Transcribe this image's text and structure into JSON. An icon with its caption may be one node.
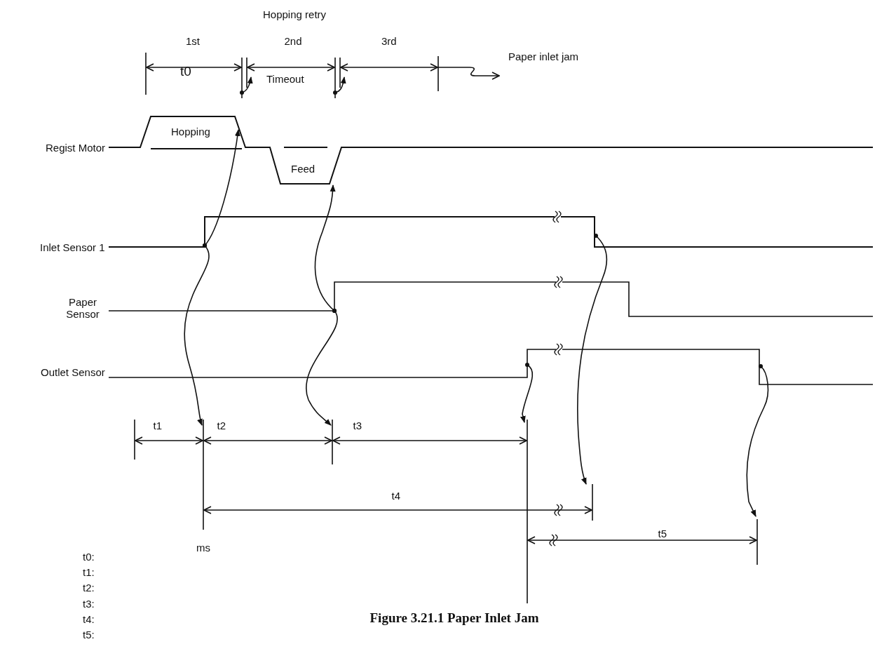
{
  "diagram": {
    "caption": "Figure 3.21.1 Paper Inlet Jam",
    "labels": [
      "Hopping retry",
      "1st",
      "2nd",
      "3rd",
      "t0",
      "Timeout",
      "Paper inlet jam",
      "Hopping",
      "Regist Motor",
      "Feed",
      "Inlet Sensor 1",
      "Paper Sensor",
      "Outlet Sensor",
      "t1",
      "t2",
      "t3",
      "t4",
      "ms",
      "t5",
      "t0:",
      "t1:",
      "t2:",
      "t3:",
      "t4:",
      "t5:"
    ]
  }
}
